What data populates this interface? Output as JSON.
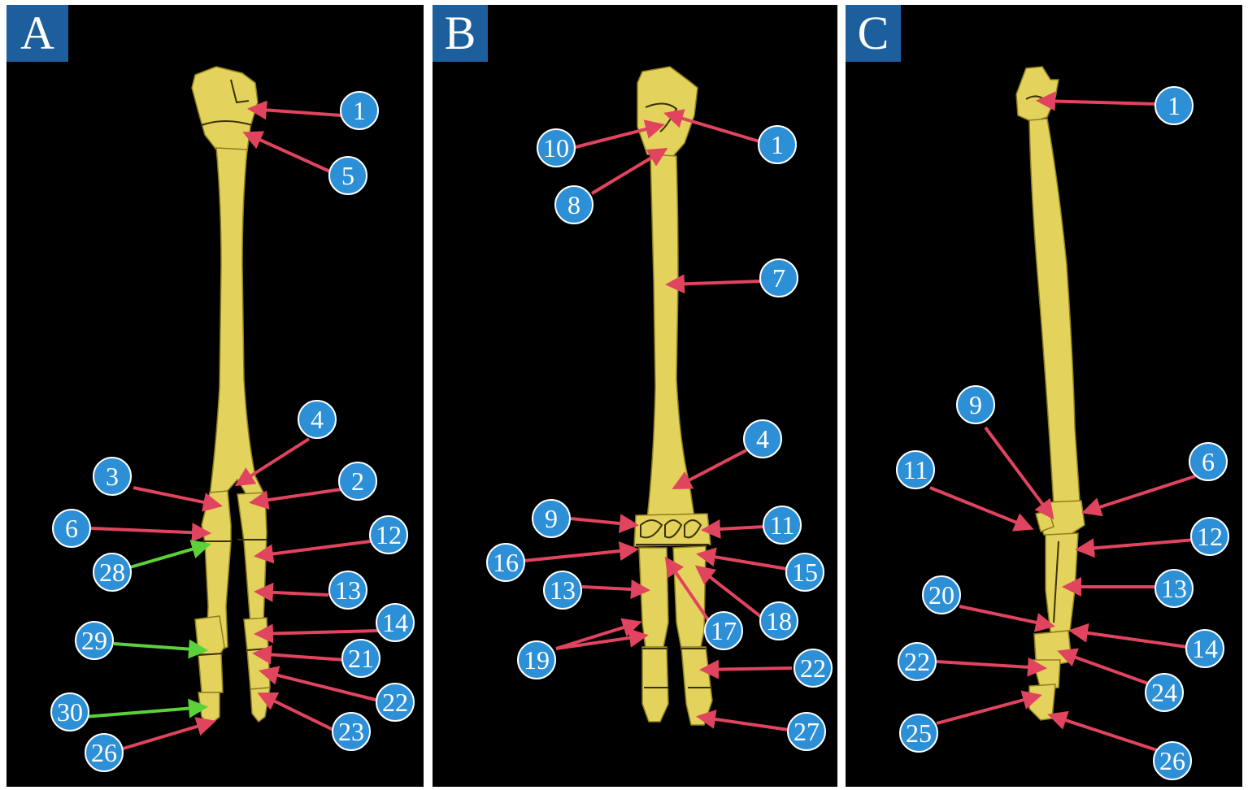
{
  "colors": {
    "bone": "#e3d25b",
    "bone_edge": "#8e7f1e",
    "callout": "#2d8fd6",
    "callout_edge": "#ffffff",
    "arrow_red": "#e0445e",
    "arrow_green": "#5bd13a",
    "panel_bg": "#000000",
    "label_bg": "#1d5f9c"
  },
  "panels": [
    {
      "letter": "A",
      "callouts": [
        {
          "num": "1",
          "color": "red"
        },
        {
          "num": "5",
          "color": "red"
        },
        {
          "num": "4",
          "color": "red"
        },
        {
          "num": "3",
          "color": "red"
        },
        {
          "num": "2",
          "color": "red"
        },
        {
          "num": "6",
          "color": "red"
        },
        {
          "num": "12",
          "color": "red"
        },
        {
          "num": "28",
          "color": "green"
        },
        {
          "num": "13",
          "color": "red"
        },
        {
          "num": "14",
          "color": "red"
        },
        {
          "num": "29",
          "color": "green"
        },
        {
          "num": "21",
          "color": "red"
        },
        {
          "num": "22",
          "color": "red"
        },
        {
          "num": "30",
          "color": "green"
        },
        {
          "num": "23",
          "color": "red"
        },
        {
          "num": "26",
          "color": "red"
        }
      ]
    },
    {
      "letter": "B",
      "callouts": [
        {
          "num": "1",
          "color": "red"
        },
        {
          "num": "10",
          "color": "red"
        },
        {
          "num": "8",
          "color": "red"
        },
        {
          "num": "7",
          "color": "red"
        },
        {
          "num": "4",
          "color": "red"
        },
        {
          "num": "9",
          "color": "red"
        },
        {
          "num": "11",
          "color": "red"
        },
        {
          "num": "16",
          "color": "red"
        },
        {
          "num": "15",
          "color": "red"
        },
        {
          "num": "13",
          "color": "red"
        },
        {
          "num": "18",
          "color": "red"
        },
        {
          "num": "17",
          "color": "red"
        },
        {
          "num": "19",
          "color": "red"
        },
        {
          "num": "22",
          "color": "red"
        },
        {
          "num": "27",
          "color": "red"
        }
      ]
    },
    {
      "letter": "C",
      "callouts": [
        {
          "num": "1",
          "color": "red"
        },
        {
          "num": "9",
          "color": "red"
        },
        {
          "num": "11",
          "color": "red"
        },
        {
          "num": "6",
          "color": "red"
        },
        {
          "num": "12",
          "color": "red"
        },
        {
          "num": "20",
          "color": "red"
        },
        {
          "num": "13",
          "color": "red"
        },
        {
          "num": "14",
          "color": "red"
        },
        {
          "num": "22",
          "color": "red"
        },
        {
          "num": "24",
          "color": "red"
        },
        {
          "num": "25",
          "color": "red"
        },
        {
          "num": "26",
          "color": "red"
        }
      ]
    }
  ]
}
